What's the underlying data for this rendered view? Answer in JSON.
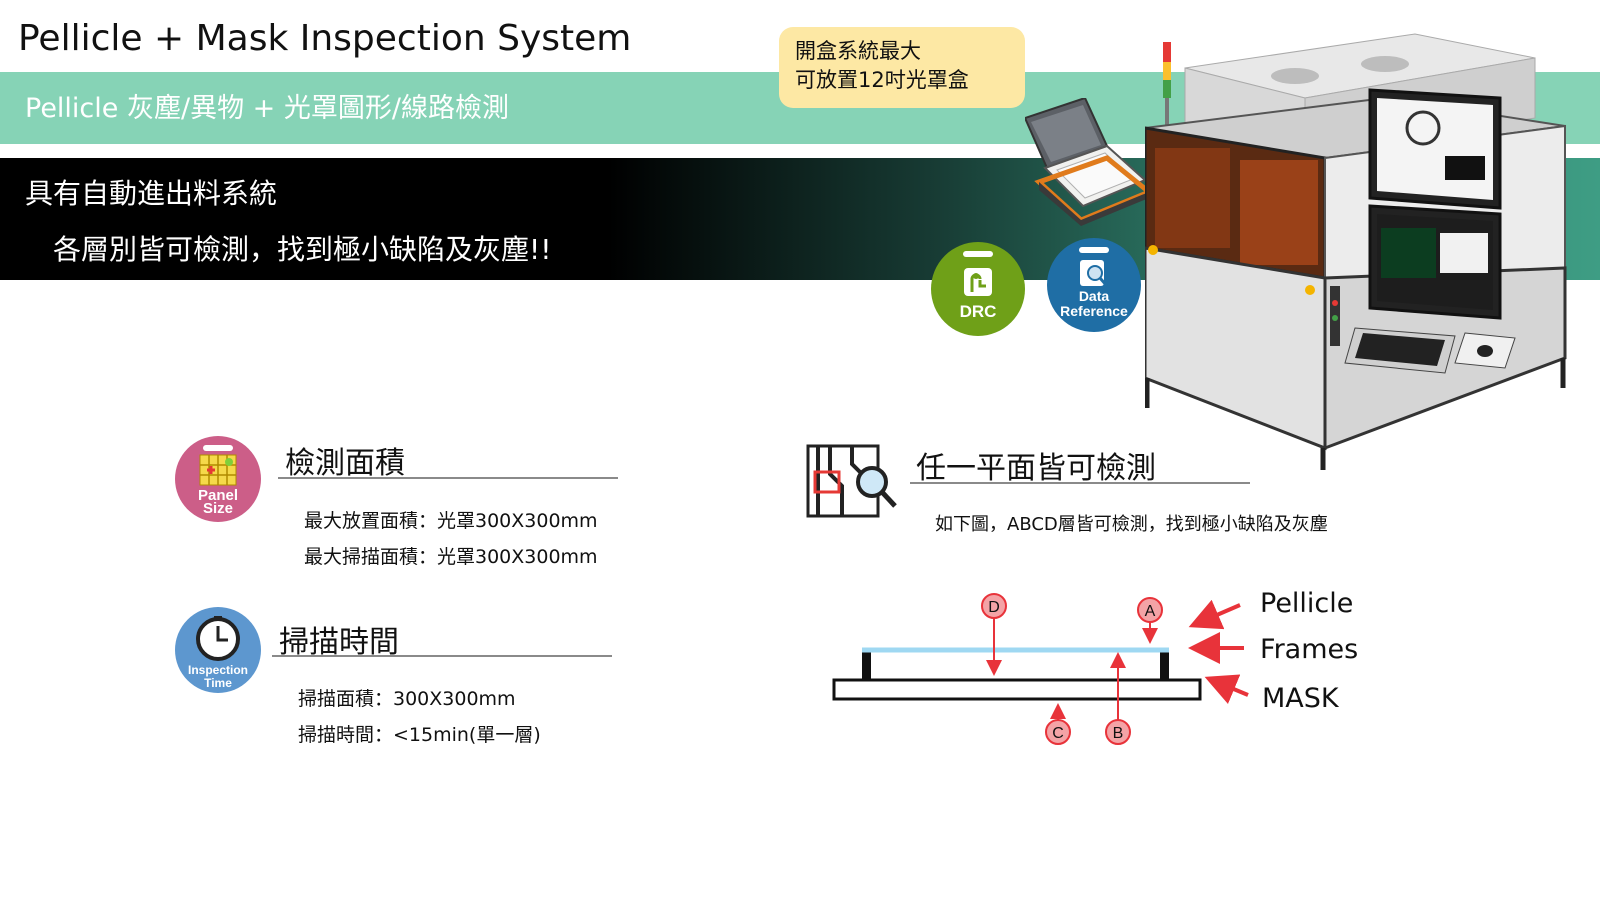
{
  "header": {
    "title": "Pellicle + Mask Inspection System",
    "subtitle": "Pellicle 灰塵/異物 + 光罩圖形/線路檢測"
  },
  "banner": {
    "line1": "具有自動進出料系統",
    "line2": "各層別皆可檢測，找到極小缺陷及灰塵!!"
  },
  "callout": {
    "line1": "開盒系統最大",
    "line2": "可放置12吋光罩盒"
  },
  "badges": {
    "drc": "DRC",
    "data_ref_1": "Data",
    "data_ref_2": "Reference",
    "panel_1": "Panel",
    "panel_2": "Size",
    "time_1": "Inspection",
    "time_2": "Time"
  },
  "sections": {
    "area": {
      "heading": "檢測面積",
      "items": [
        "最大放置面積：光罩300X300mm",
        "最大掃描面積：光罩300X300mm"
      ]
    },
    "time": {
      "heading": "掃描時間",
      "items": [
        "掃描面積：300X300mm",
        "掃描時間：<15min(單一層)"
      ]
    },
    "plane": {
      "heading": "任一平面皆可檢測",
      "desc": "如下圖，ABCD層皆可檢測，找到極小缺陷及灰塵"
    }
  },
  "diagram": {
    "markers": [
      "D",
      "A",
      "C",
      "B"
    ],
    "labels": [
      "Pellicle",
      "Frames",
      "MASK"
    ]
  },
  "colors": {
    "teal": "#86d3b6",
    "callout": "#fde8a4",
    "drc_green": "#6fa018",
    "data_blue": "#1f6ea5",
    "panel_pink": "#cc5e88",
    "time_blue": "#5d97cf",
    "marker_red": "#e8333a",
    "pellicle_blue": "#9fd8f2"
  }
}
